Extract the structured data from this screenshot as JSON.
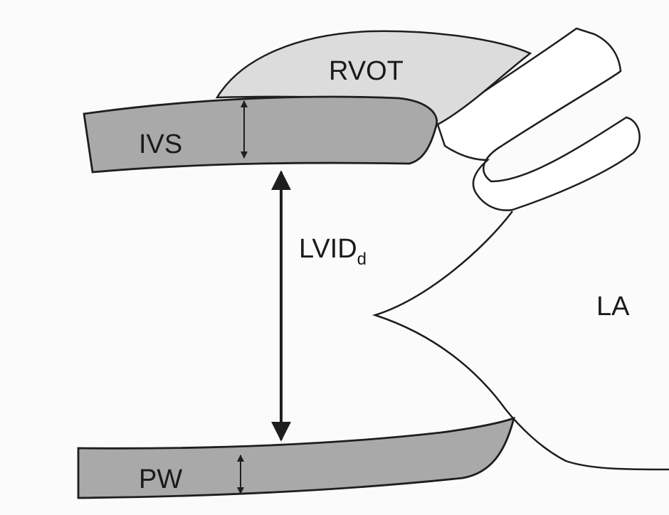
{
  "diagram": {
    "labels": {
      "rvot": "RVOT",
      "ivs": "IVS",
      "lvid": "LVID",
      "lvid_sub": "d",
      "la": "LA",
      "pw": "PW"
    },
    "colors": {
      "rvot_fill": "#dcdcdc",
      "ivs_fill": "#a9a9a9",
      "pw_fill": "#a9a9a9",
      "line": "#1e1e1e",
      "background": "#fbfbfb"
    }
  }
}
